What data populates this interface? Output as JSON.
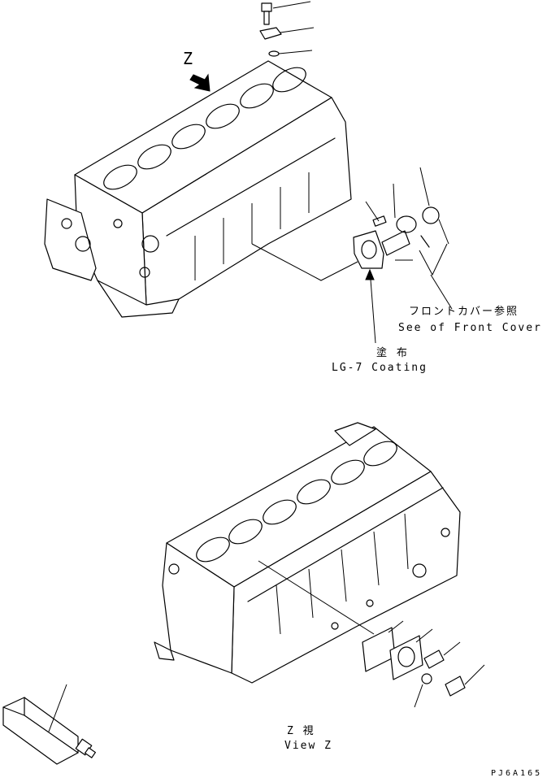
{
  "view_letter": "Z",
  "labels": {
    "front_cover_jp": "フロントカバー参照",
    "front_cover_en": "See of Front Cover",
    "coating_jp": "塗 布",
    "coating_en": "LG-7 Coating",
    "view_jp": "Z 視",
    "view_en": "View Z",
    "drawing_code": "PJ6A165"
  }
}
